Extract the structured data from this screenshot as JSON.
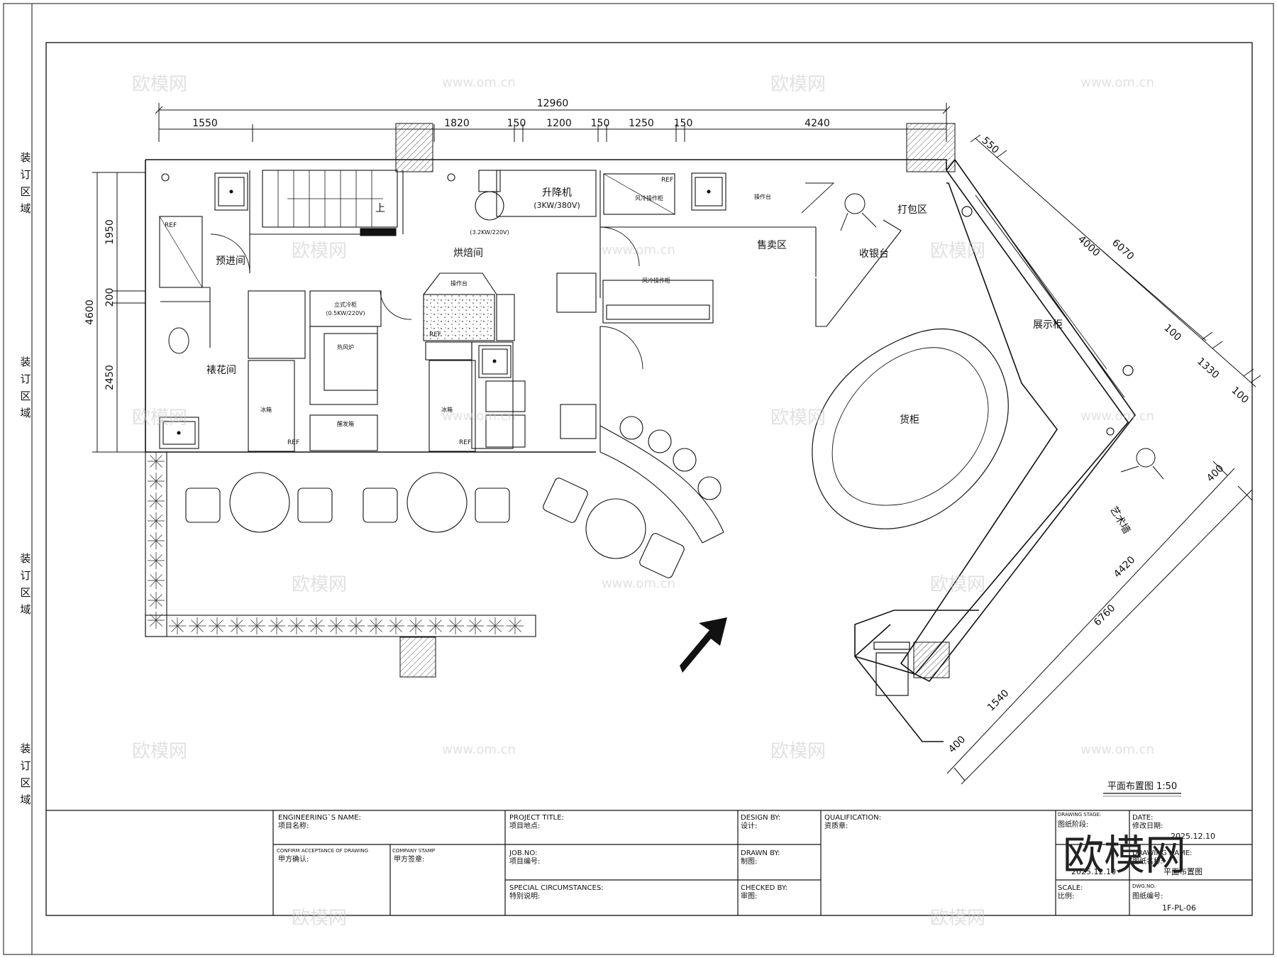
{
  "binding_margin": {
    "label_chars": [
      "装",
      "订",
      "区",
      "域"
    ]
  },
  "dimensions": {
    "top_total": "12960",
    "top_segments": [
      "1550",
      "1820",
      "150",
      "1200",
      "150",
      "1250",
      "150",
      "4240"
    ],
    "left_total": "4600",
    "left_segments": [
      "1950",
      "200",
      "2450"
    ],
    "right_diag": [
      "550",
      "4000",
      "6070",
      "100",
      "1330",
      "100"
    ],
    "lower_diag": [
      "400",
      "4420",
      "6760",
      "1540",
      "400"
    ]
  },
  "rooms": {
    "baking_room": "烘焙间",
    "lift": "升降机",
    "lift_spec": "(3KW/380V)",
    "pre_entry": "预进间",
    "decorating_room": "裱花间",
    "sales_area": "售卖区",
    "cashier": "收银台",
    "packing_area": "打包区",
    "display_cabinet": "展示柜",
    "goods_cabinet": "货柜",
    "art_wall": "艺术墙",
    "stair_up": "上"
  },
  "equipment_notes": [
    "风冷操作柜",
    "立式冷柜",
    "热风炉",
    "醒发箱",
    "操作台",
    "冰箱",
    "REF",
    "(3.2KW/220V)",
    "(0.5KW/220V)"
  ],
  "plan_title": "平面布置图  1:50",
  "title_block": {
    "engineering_name_en": "ENGINEERING`S NAME:",
    "engineering_name_zh": "项目名称:",
    "confirm_en": "CONFIRM ACCEPTANCE OF DRAWING",
    "confirm_zh": "甲方确认:",
    "stamp_en": "COMPANY STAMP",
    "stamp_zh": "甲方签章:",
    "project_title_en": "PROJECT TITLE:",
    "project_title_zh": "项目地点:",
    "job_no_en": "JOB.NO:",
    "job_no_zh": "项目编号:",
    "special_en": "SPECIAL CIRCUMSTANCES:",
    "special_zh": "特别说明:",
    "design_by_en": "DESIGN BY:",
    "design_by_zh": "设计:",
    "drawn_by_en": "DRAWN BY:",
    "drawn_by_zh": "制图:",
    "checked_by_en": "CHECKED BY:",
    "checked_by_zh": "审图:",
    "qualification_en": "QUALIFICATION:",
    "qualification_zh": "资质章:",
    "stage_en": "DRAWING STAGE:",
    "stage_zh": "图纸阶段:",
    "date_en": "DATE:",
    "date_zh": "修改日期:",
    "date_value": "2025.12.10",
    "plot_date_value": "2025.12.10",
    "drawing_name_en": "DRAWING NAME:",
    "drawing_name_zh": "图纸名称:",
    "drawing_name_value": "平面布置图",
    "scale_en": "SCALE:",
    "scale_zh": "比例:",
    "dwg_no_en": "DWG.NO:",
    "dwg_no_zh": "图纸编号:",
    "dwg_no_value": "1F-PL-06"
  },
  "watermark": {
    "brand_small": "欧模网",
    "site": "www.om.cn",
    "brand_large": "欧模网"
  },
  "colors": {
    "line": "#111111",
    "hatch": "#555555",
    "watermark": "#c9c9c9"
  }
}
